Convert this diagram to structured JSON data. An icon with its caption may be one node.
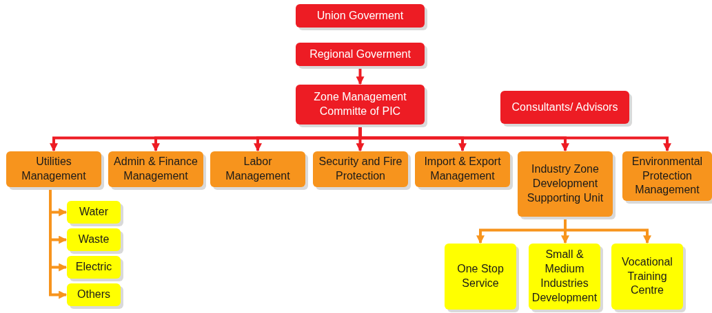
{
  "diagram": {
    "nodes": [
      {
        "text": [
          "Union Goverment"
        ]
      },
      {
        "text": [
          "Regional Goverment"
        ]
      },
      {
        "text": [
          "Zone Management Committe of PIC"
        ]
      },
      {
        "text": [
          "Consultants/ Advisors"
        ]
      },
      {
        "text": [
          "Utilities Management"
        ]
      },
      {
        "text": [
          "Admin & Finance Management"
        ]
      },
      {
        "text": [
          "Labor Management"
        ]
      },
      {
        "text": [
          "Security and Fire Protection"
        ]
      },
      {
        "text": [
          "Import & Export Management"
        ]
      },
      {
        "text": [
          "Industry Zone Development Supporting Unit"
        ]
      },
      {
        "text": [
          "Environmental Protection Management"
        ]
      },
      {
        "text": [
          "Water"
        ]
      },
      {
        "text": [
          "Waste"
        ]
      },
      {
        "text": [
          "Electric"
        ]
      },
      {
        "text": [
          "Others"
        ]
      },
      {
        "text": [
          "One Stop Service"
        ]
      },
      {
        "text": [
          "Small & Medium Industries Development"
        ]
      },
      {
        "text": [
          "Vocational Training Centre"
        ]
      }
    ],
    "edges": [
      {
        "from": 1,
        "to": 2,
        "arrow": "to"
      },
      {
        "from": 2,
        "to": 4,
        "arrow": "to"
      },
      {
        "from": 2,
        "to": 5,
        "arrow": "to"
      },
      {
        "from": 2,
        "to": 6,
        "arrow": "to"
      },
      {
        "from": 2,
        "to": 7,
        "arrow": "to"
      },
      {
        "from": 2,
        "to": 8,
        "arrow": "to"
      },
      {
        "from": 2,
        "to": 9,
        "arrow": "to"
      },
      {
        "from": 2,
        "to": 10,
        "arrow": "to"
      },
      {
        "from": 4,
        "to": 11,
        "arrow": "to",
        "color": "#f7941d"
      },
      {
        "from": 4,
        "to": 12,
        "arrow": "to",
        "color": "#f7941d"
      },
      {
        "from": 4,
        "to": 13,
        "arrow": "to",
        "color": "#f7941d"
      },
      {
        "from": 4,
        "to": 14,
        "arrow": "to",
        "color": "#f7941d"
      },
      {
        "from": 9,
        "to": 15,
        "arrow": "to",
        "color": "#f7941d"
      },
      {
        "from": 9,
        "to": 16,
        "arrow": "to",
        "color": "#f7941d"
      },
      {
        "from": 9,
        "to": 17,
        "arrow": "to",
        "color": "#f7941d"
      }
    ]
  }
}
